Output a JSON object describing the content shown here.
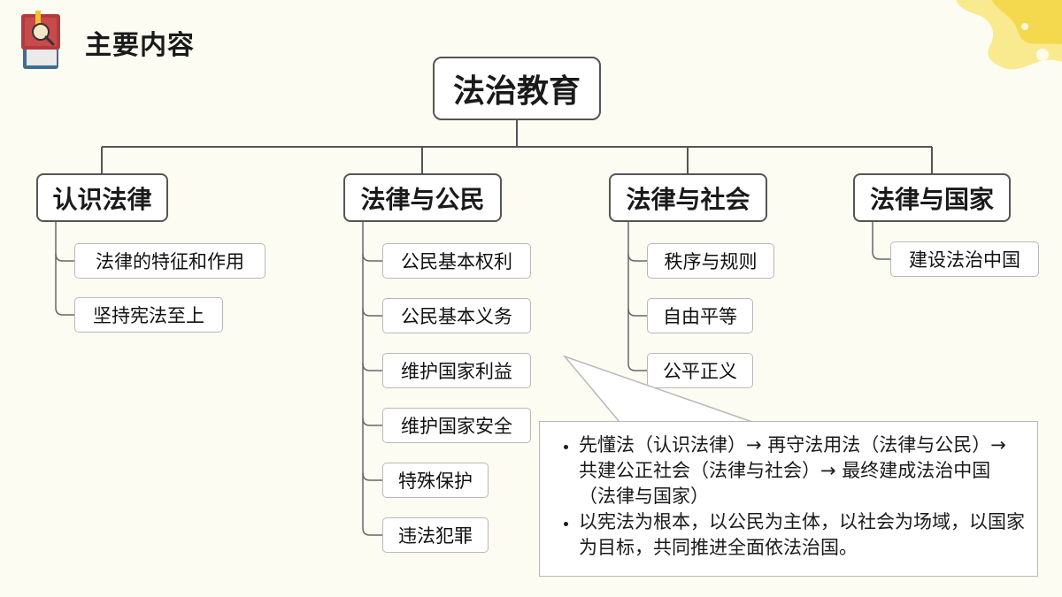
{
  "header": {
    "title": "主要内容"
  },
  "diagram": {
    "root": "法治教育",
    "categories": [
      {
        "label": "认识法律",
        "items": [
          "法律的特征和作用",
          "坚持宪法至上"
        ]
      },
      {
        "label": "法律与公民",
        "items": [
          "公民基本权利",
          "公民基本义务",
          "维护国家利益",
          "维护国家安全",
          "特殊保护",
          "违法犯罪"
        ]
      },
      {
        "label": "法律与社会",
        "items": [
          "秩序与规则",
          "自由平等",
          "公平正义"
        ]
      },
      {
        "label": "法律与国家",
        "items": [
          "建设法治中国"
        ]
      }
    ]
  },
  "callout": {
    "bullets": [
      "先懂法（认识法律）→ 再守法用法（法律与公民）→ 共建公正社会（法律与社会）→ 最终建成法治中国（法律与国家）",
      "以宪法为根本，以公民为主体，以社会为场域，以国家为目标，共同推进全面依法治国。"
    ]
  },
  "colors": {
    "background": "#fdfcf3",
    "border": "#555555",
    "leaf_border": "#b8b8b8",
    "accent_splash": "#f7e06a"
  }
}
